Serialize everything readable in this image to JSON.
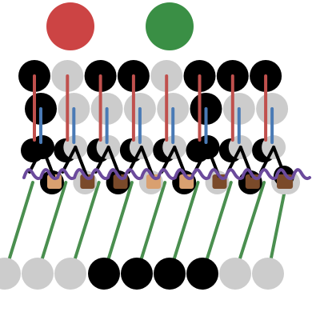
{
  "scene": {
    "background": "#ffffff",
    "palette": {
      "dark": "#000000",
      "light": "#cccccc",
      "red": "#c0504d",
      "blue": "#4a7ab5",
      "purple": "#6b4a9c",
      "green": "#4a8f4f",
      "brown": "#7a4a2a",
      "tan": "#d9a070",
      "top_red": "#cc4444",
      "top_green": "#3a8f45"
    },
    "top_circles": [
      "red",
      "green"
    ],
    "columns": [
      {
        "top": "dark",
        "mid": "dark",
        "pair": [
          "dark",
          "dark"
        ],
        "block": "tan",
        "bottom": "light"
      },
      {
        "top": "light",
        "mid": "light",
        "pair": [
          "dark",
          "light"
        ],
        "block": "brown",
        "bottom": "light"
      },
      {
        "top": "dark",
        "mid": "light",
        "pair": [
          "dark",
          "light"
        ],
        "block": "brown",
        "bottom": "light"
      },
      {
        "top": "dark",
        "mid": "light",
        "pair": [
          "dark",
          "light"
        ],
        "block": "tan",
        "bottom": "dark"
      },
      {
        "top": "light",
        "mid": "light",
        "pair": [
          "dark",
          "light"
        ],
        "block": "tan",
        "bottom": "dark"
      },
      {
        "top": "dark",
        "mid": "dark",
        "pair": [
          "dark",
          "dark"
        ],
        "block": "brown",
        "bottom": "dark"
      },
      {
        "top": "dark",
        "mid": "light",
        "pair": [
          "dark",
          "light"
        ],
        "block": "brown",
        "bottom": "dark"
      },
      {
        "top": "dark",
        "mid": "light",
        "pair": [
          "dark",
          "light"
        ],
        "block": "brown",
        "bottom": "light"
      }
    ]
  }
}
